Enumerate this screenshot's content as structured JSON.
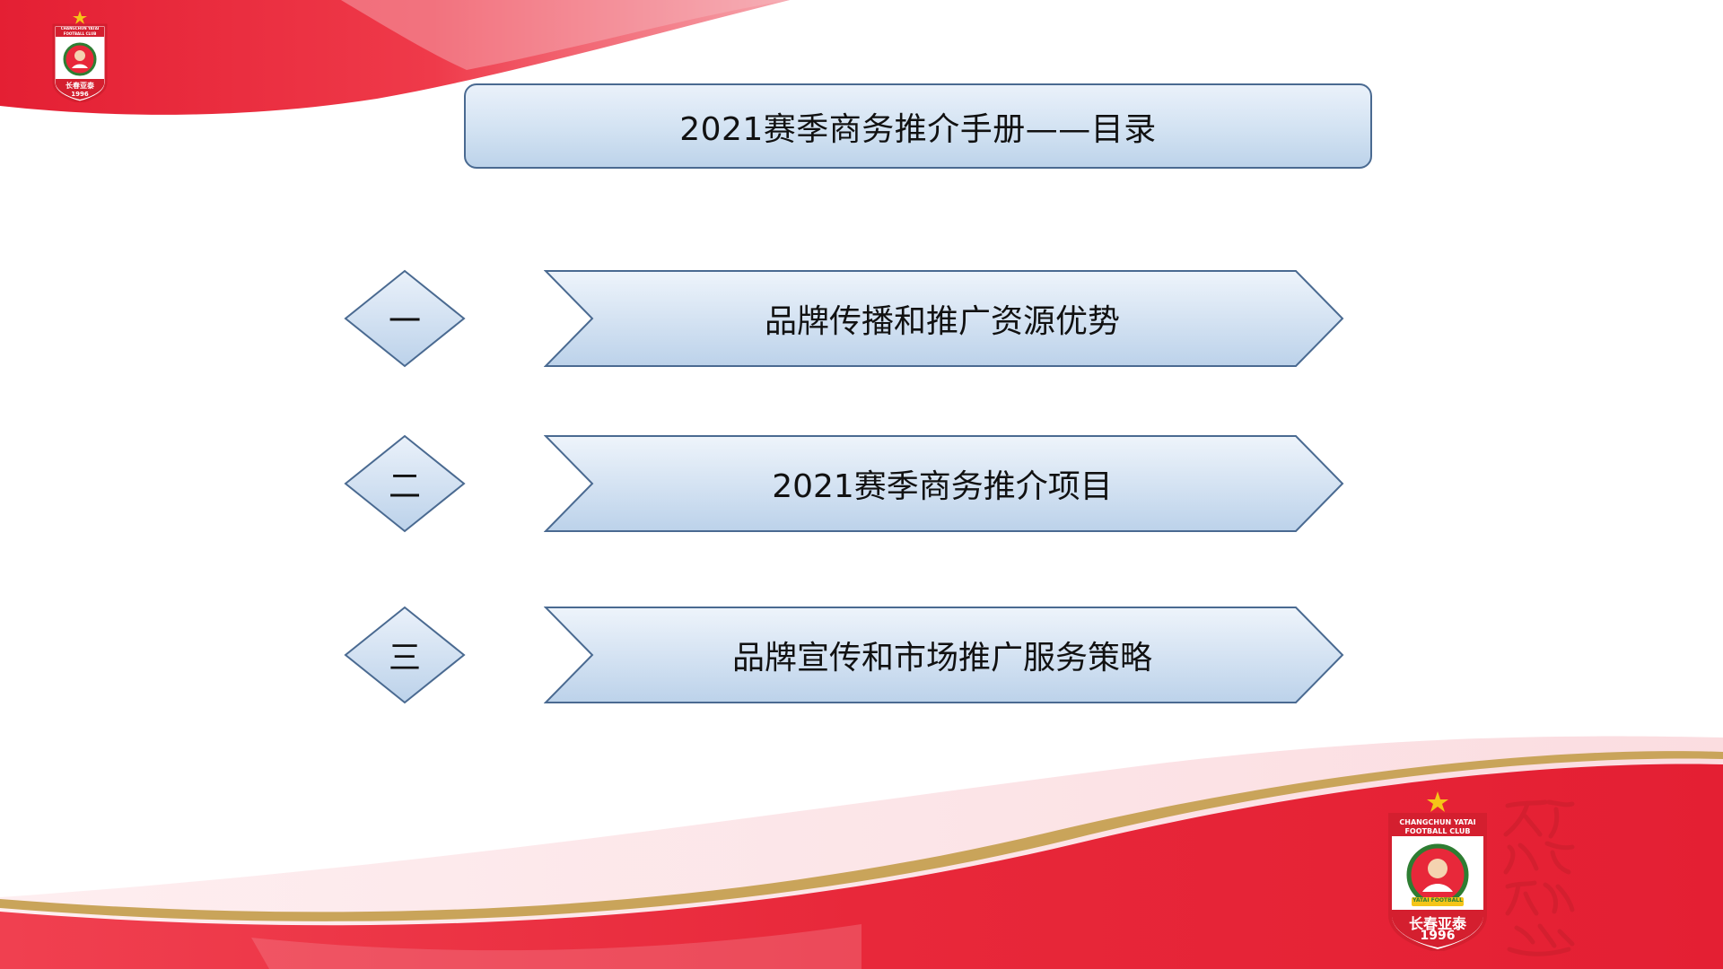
{
  "slide": {
    "title": "2021赛季商务推介手册——目录",
    "items": [
      {
        "number": "一",
        "label": "品牌传播和推广资源优势"
      },
      {
        "number": "二",
        "label": "2021赛季商务推介项目"
      },
      {
        "number": "三",
        "label": "品牌宣传和市场推广服务策略"
      }
    ]
  },
  "branding": {
    "logo_top_small": {
      "line1": "CHANGCHUN YATAI",
      "line2": "FOOTBALL CLUB",
      "name": "长春亚泰",
      "year": "1996"
    },
    "logo_bottom": {
      "line1": "CHANGCHUN YATAI",
      "line2": "FOOTBALL CLUB",
      "ribbon": "YATAI FOOTBALL",
      "name": "长春亚泰",
      "year": "1996"
    }
  },
  "colors": {
    "brand_red": "#e8283a",
    "gold_stripe": "#c9a45a",
    "box_border": "#4a6a91",
    "box_fill_light": "#eaf1fa",
    "box_fill_dark": "#bdd3ea"
  }
}
